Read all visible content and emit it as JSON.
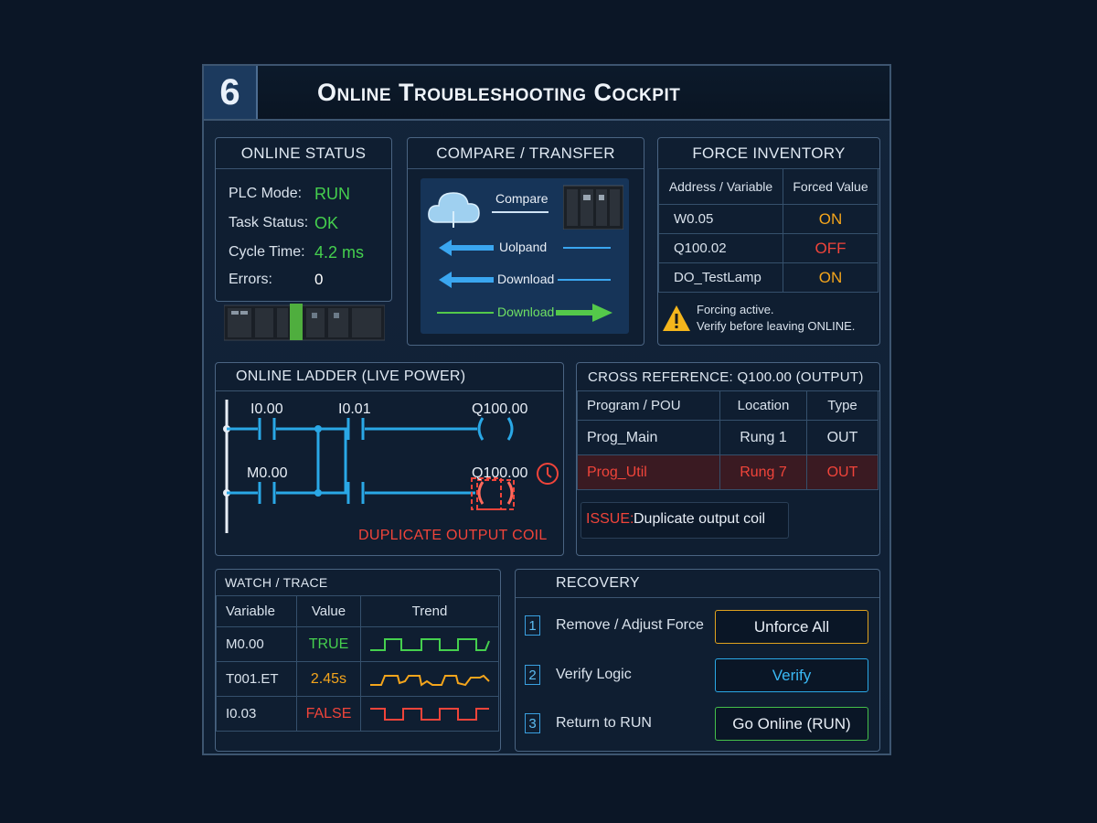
{
  "header": {
    "number": "6",
    "title": "Online Troubleshooting Cockpit"
  },
  "online_status": {
    "title": "ONLINE STATUS",
    "rows": [
      {
        "label": "PLC Mode:",
        "value": "RUN"
      },
      {
        "label": "Task Status:",
        "value": "OK"
      },
      {
        "label": "Cycle Time:",
        "value": "4.2 ms"
      },
      {
        "label": "Errors:",
        "value": "0"
      }
    ],
    "icon": "plc-rack-icon"
  },
  "compare_transfer": {
    "title": "COMPARE / TRANSFER",
    "compare": "Compare",
    "upload": "Uolpand",
    "download1": "Download",
    "download2": "Download",
    "icons": [
      "cloud-icon",
      "plc-rack-icon",
      "arrow-left-icon",
      "arrow-right-icon"
    ]
  },
  "force_inventory": {
    "title": "FORCE INVENTORY",
    "columns": [
      "Address / Variable",
      "Forced Value"
    ],
    "rows": [
      {
        "address": "W0.05",
        "value": "ON",
        "color": "#f4a51c"
      },
      {
        "address": "Q100.02",
        "value": "OFF",
        "color": "#f0443a"
      },
      {
        "address": "DO_TestLamp",
        "value": "ON",
        "color": "#f4a51c"
      }
    ],
    "warning_line1": "Forcing active.",
    "warning_line2": "Verify before leaving ONLINE.",
    "warning_icon": "warning-triangle-icon"
  },
  "ladder": {
    "title": "ONLINE LADDER (LIVE POWER)",
    "rung1_contact1": "I0.00",
    "rung1_contact2": "I0.01",
    "rung1_coil": "Q100.00",
    "rung2_contact": "M0.00",
    "rung2_coil": "Q100.00",
    "issue_label": "DUPLICATE OUTPUT COIL",
    "power_color": "#2aa8e6",
    "alert_icon": "clock-alert-icon"
  },
  "cross_reference": {
    "title": "CROSS REFERENCE: Q100.00 (OUTPUT)",
    "columns": [
      "Program / POU",
      "Location",
      "Type"
    ],
    "rows": [
      {
        "program": "Prog_Main",
        "location": "Rung 1",
        "type": "OUT",
        "highlight": false
      },
      {
        "program": "Prog_Util",
        "location": "Rung 7",
        "type": "OUT",
        "highlight": true
      }
    ],
    "issue_label": "ISSUE:",
    "issue_text": "Duplicate output coil"
  },
  "watch_trace": {
    "title": "WATCH / TRACE",
    "columns": [
      "Variable",
      "Value",
      "Trend"
    ],
    "rows": [
      {
        "variable": "M0.00",
        "value": "TRUE",
        "color": "#45d04e"
      },
      {
        "variable": "T001.ET",
        "value": "2.45s",
        "color": "#f4a51c"
      },
      {
        "variable": "I0.03",
        "value": "FALSE",
        "color": "#f0443a"
      }
    ]
  },
  "recovery": {
    "title": "RECOVERY",
    "steps": [
      {
        "num": "1",
        "label": "Remove / Adjust Force",
        "button": "Unforce All",
        "color": "#e0a21e"
      },
      {
        "num": "2",
        "label": "Verify Logic",
        "button": "Verify",
        "color": "#2aa8e6"
      },
      {
        "num": "3",
        "label": "Return to RUN",
        "button": "Go Online (RUN)",
        "color": "#45c04a"
      }
    ]
  }
}
